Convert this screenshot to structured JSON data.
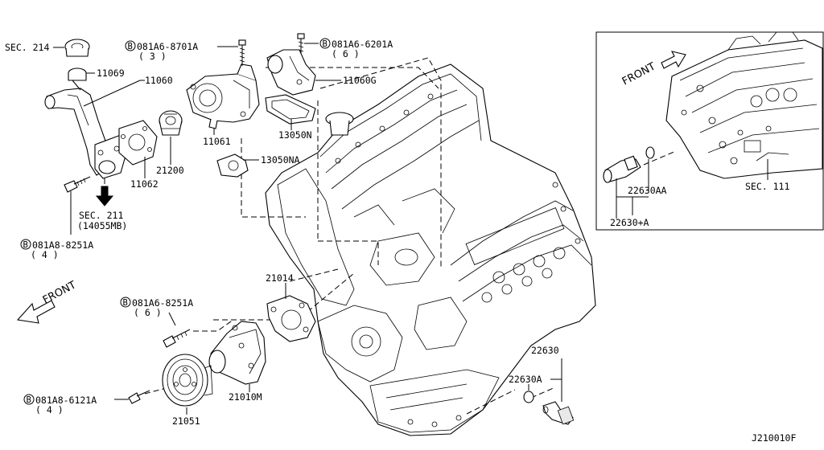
{
  "diagram_code": "J210010F",
  "front_labels": {
    "main": "FRONT",
    "inset": "FRONT"
  },
  "labels": {
    "sec214": "SEC. 214",
    "p11069": "11069",
    "p11060": "11060",
    "bolt_8701a": "081A6-8701A",
    "bolt_8701a_qty": "( 3 )",
    "bolt_6201a": "081A6-6201A",
    "bolt_6201a_qty": "( 6 )",
    "p11060g": "11060G",
    "p13050n": "13050N",
    "p13050na": "13050NA",
    "p11061": "11061",
    "p21200": "21200",
    "p11062": "11062",
    "sec211": "SEC. 211",
    "sec211_ref": "(14055MB)",
    "bolt_8251a_top": "081A8-8251A",
    "bolt_8251a_top_qty": "( 4 )",
    "p21014": "21014",
    "bolt_8251a_mid": "081A6-8251A",
    "bolt_8251a_mid_qty": "( 6 )",
    "p21010m": "21010M",
    "bolt_6121a": "081A8-6121A",
    "bolt_6121a_qty": "( 4 )",
    "p21051": "21051",
    "p22630": "22630",
    "p22630a": "22630A",
    "p22630aa": "22630AA",
    "p22630plusa": "22630+A",
    "sec111": "SEC. 111"
  },
  "bolt_prefix": "B"
}
